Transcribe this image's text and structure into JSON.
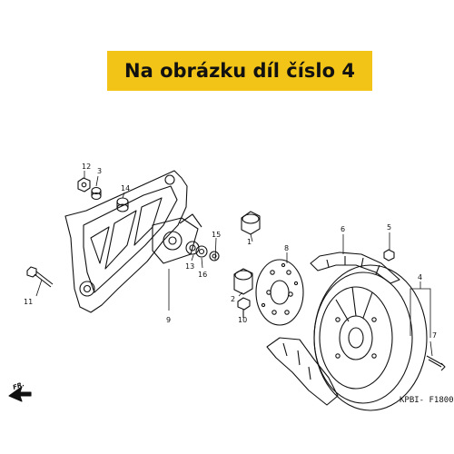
{
  "banner": {
    "text": "Na obrázku díl číslo 4",
    "color": "#f2c418"
  },
  "drawing_code": "KPBI- F1800",
  "front_marker": "FR.",
  "parts": {
    "p1": "1",
    "p2": "2",
    "p3": "3",
    "p4": "4",
    "p5": "5",
    "p6": "6",
    "p7": "7",
    "p8": "8",
    "p9": "9",
    "p10": "10",
    "p11": "11",
    "p12": "12",
    "p13": "13",
    "p14": "14",
    "p15": "15",
    "p16": "16"
  }
}
